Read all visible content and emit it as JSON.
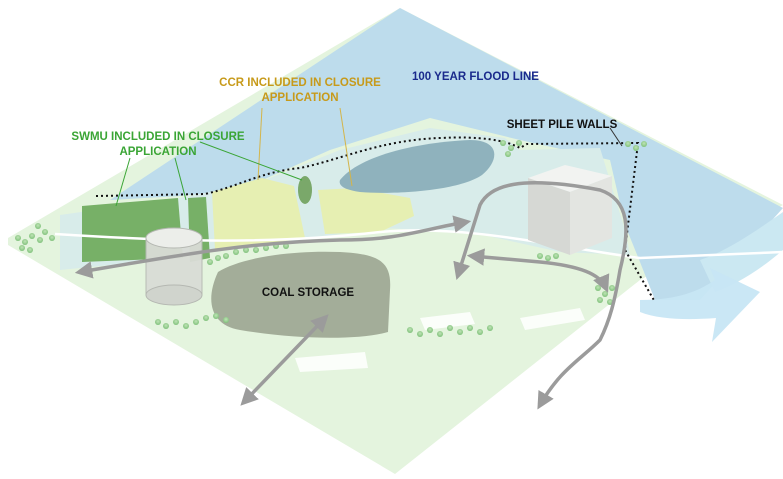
{
  "labels": {
    "flood_line": "100 YEAR FLOOD LINE",
    "ccr_line1": "CCR INCLUDED IN CLOSURE",
    "ccr_line2": "APPLICATION",
    "swmu_line1": "SWMU INCLUDED IN CLOSURE",
    "swmu_line2": "APPLICATION",
    "sheet_pile": "SHEET PILE WALLS",
    "coal_storage": "COAL STORAGE"
  },
  "colors": {
    "flood_water": "#b9dcea",
    "river": "#c9e7f3",
    "land": "#e4f4de",
    "ccr_text": "#c79a1a",
    "swmu_text": "#3aa535",
    "flood_text": "#1a2a8c",
    "coal_storage": "#a3ad99",
    "pond": "#8fb2bd",
    "arrow": "#9b9b9b"
  }
}
